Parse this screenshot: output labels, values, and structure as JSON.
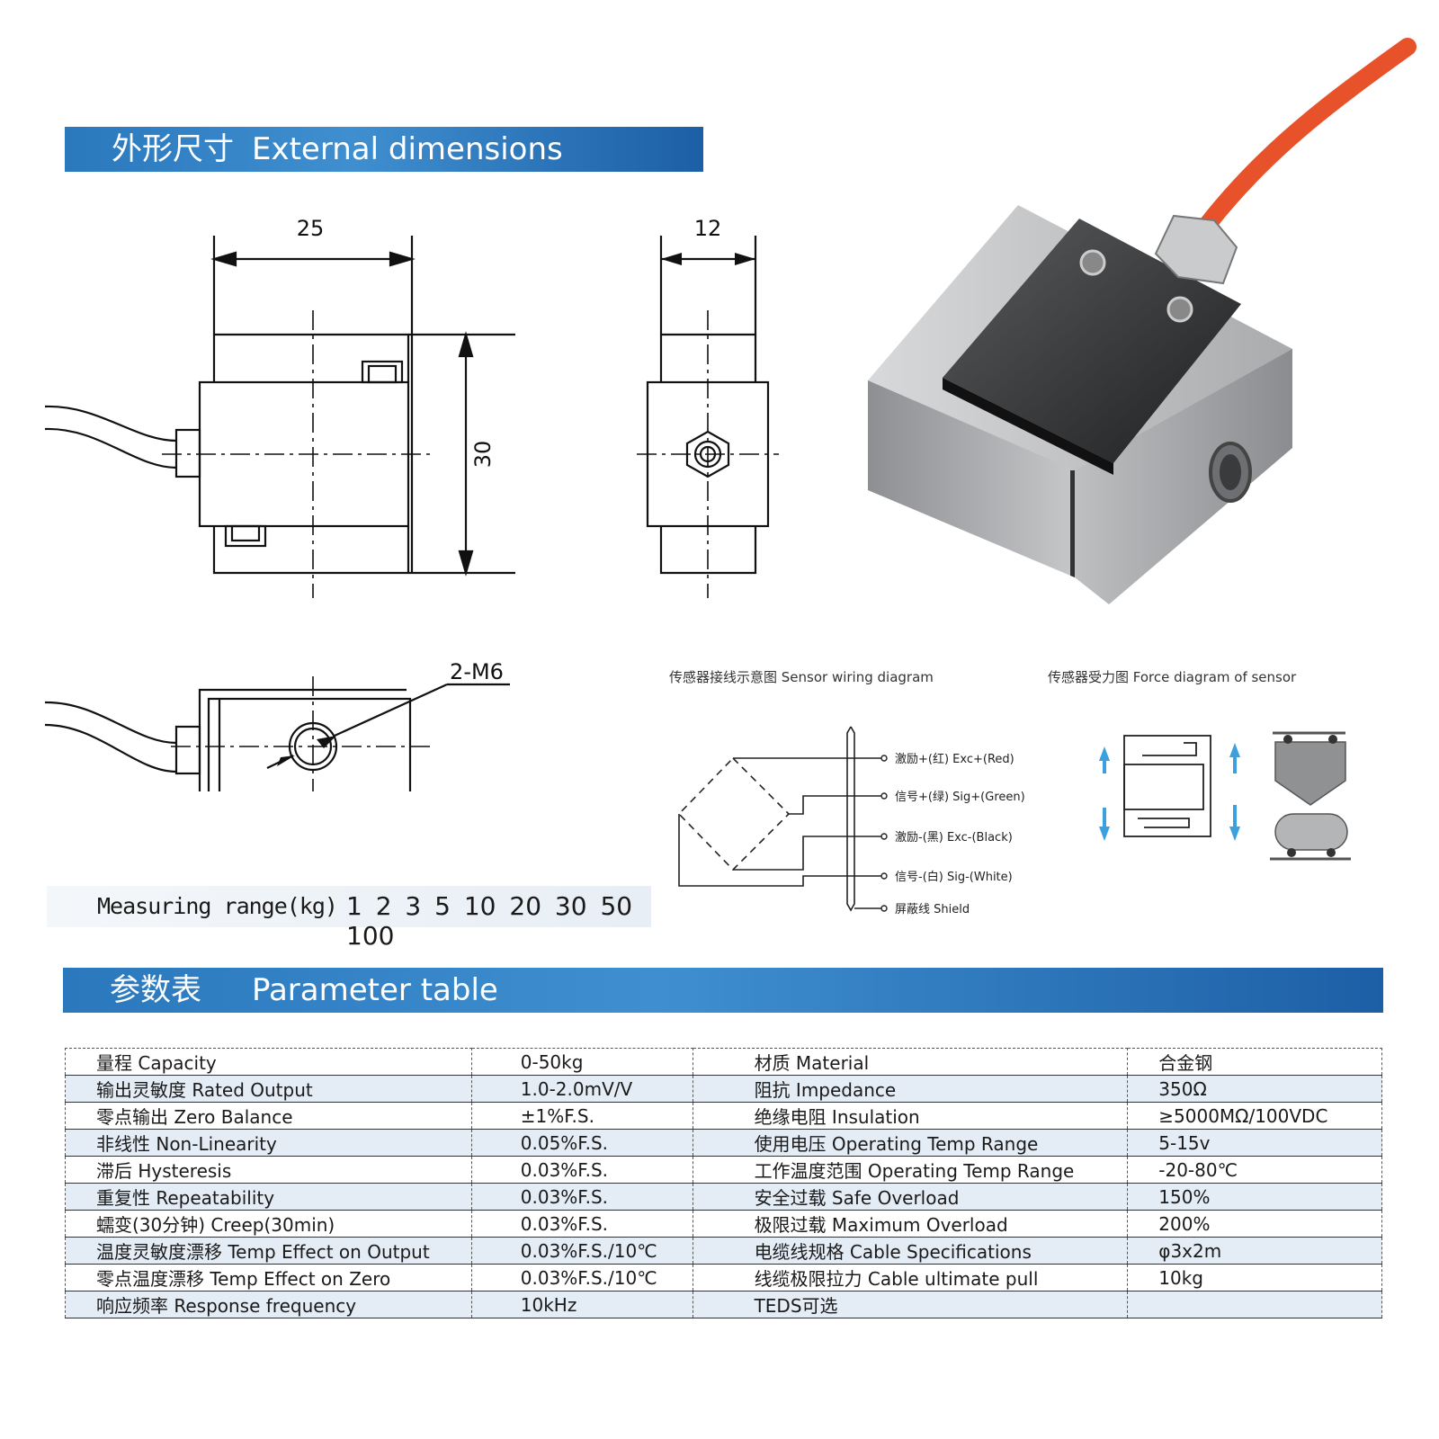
{
  "sections": {
    "external": {
      "zh": "外形尺寸",
      "en": "External dimensions"
    },
    "parameter": {
      "zh": "参数表",
      "en": "Parameter table"
    }
  },
  "dimensions": {
    "width": "25",
    "depth": "12",
    "height": "30",
    "thread": "2-M6"
  },
  "wiring": {
    "caption": "传感器接线示意图 Sensor wiring diagram",
    "lines": [
      "激励+(红) Exc+(Red)",
      "信号+(绿) Sig+(Green)",
      "激励-(黑) Exc-(Black)",
      "信号-(白) Sig-(White)",
      "屏蔽线 Shield"
    ]
  },
  "force": {
    "caption": "传感器受力图 Force diagram of sensor"
  },
  "measuring_range": {
    "label": "Measuring range(kg)",
    "values": "1 2 3 5 10 20 30 50 100"
  },
  "colors": {
    "banner": "#2b78bd",
    "alt_row": "#e4ecf6",
    "cable": "#e8522a",
    "arrow": "#3aa0e0"
  },
  "parameters": [
    [
      "量程 Capacity",
      "0-50kg",
      "材质 Material",
      "合金钢"
    ],
    [
      "输出灵敏度 Rated Output",
      "1.0-2.0mV/V",
      "阻抗 Impedance",
      "350Ω"
    ],
    [
      "零点输出 Zero Balance",
      "±1%F.S.",
      "绝缘电阻 Insulation",
      "≥5000MΩ/100VDC"
    ],
    [
      "非线性 Non-Linearity",
      "0.05%F.S.",
      "使用电压 Operating Temp Range",
      "5-15v"
    ],
    [
      "滞后 Hysteresis",
      "0.03%F.S.",
      "工作温度范围 Operating Temp Range",
      "-20-80℃"
    ],
    [
      "重复性 Repeatability",
      "0.03%F.S.",
      "安全过载 Safe Overload",
      "150%"
    ],
    [
      "蠕变(30分钟) Creep(30min)",
      "0.03%F.S.",
      "极限过载 Maximum Overload",
      "200%"
    ],
    [
      "温度灵敏度漂移 Temp Effect on Output",
      "0.03%F.S./10℃",
      "电缆线规格 Cable Specifications",
      "φ3x2m"
    ],
    [
      "零点温度漂移 Temp Effect on Zero",
      "0.03%F.S./10℃",
      "线缆极限拉力 Cable ultimate pull",
      "10kg"
    ],
    [
      "响应频率 Response frequency",
      "10kHz",
      "TEDS可选",
      ""
    ]
  ]
}
